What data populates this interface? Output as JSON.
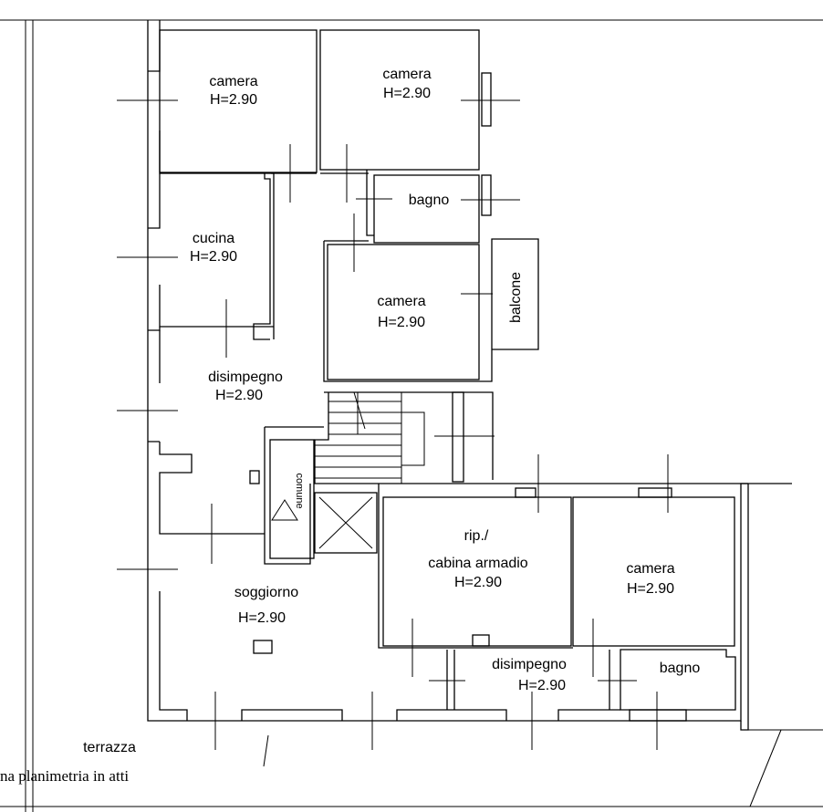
{
  "rooms": {
    "camera_nw": {
      "name": "camera",
      "height": "H=2.90"
    },
    "camera_n": {
      "name": "camera",
      "height": "H=2.90"
    },
    "bagno_n": {
      "name": "bagno"
    },
    "cucina": {
      "name": "cucina",
      "height": "H=2.90"
    },
    "camera_c": {
      "name": "camera",
      "height": "H=2.90"
    },
    "balcone": {
      "name": "balcone"
    },
    "disimpegno_w": {
      "name": "disimpegno",
      "height": "H=2.90"
    },
    "comune": {
      "name": "comune"
    },
    "rip": {
      "name": "rip./",
      "name2": "cabina armadio",
      "height": "H=2.90"
    },
    "camera_e": {
      "name": "camera",
      "height": "H=2.90"
    },
    "soggiorno": {
      "name": "soggiorno",
      "height": "H=2.90"
    },
    "disimpegno_s": {
      "name": "disimpegno",
      "height": "H=2.90"
    },
    "bagno_s": {
      "name": "bagno"
    },
    "terrazza": {
      "name": "terrazza"
    }
  },
  "footer": {
    "caption": "na planimetria in atti"
  }
}
